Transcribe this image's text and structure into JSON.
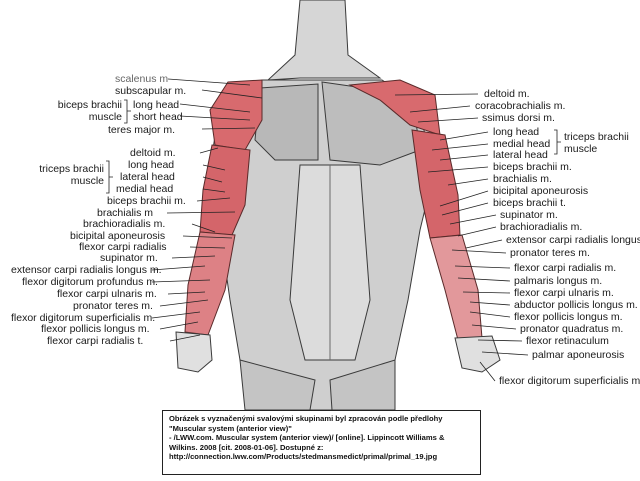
{
  "colors": {
    "highlight_muscle": "#d86a6e",
    "highlight_light": "#e9a9ab",
    "skin_gray": "#cfcfcf",
    "line_dark": "#3a3a3a"
  },
  "labels_left": {
    "scalenus": "scalenus m",
    "subscapular": "subscapular m.",
    "biceps_group_1": "biceps brachii",
    "biceps_group_2": "muscle",
    "biceps_long": "long head",
    "biceps_short": "short head",
    "teres_major": "teres major m.",
    "deltoid": "deltoid m.",
    "triceps_group_1": "triceps brachii",
    "triceps_group_2": "muscle",
    "triceps_long": "long head",
    "triceps_lateral": "lateral head",
    "triceps_medial": "medial head",
    "biceps_brachii": "biceps brachii m.",
    "brachialis": "brachialis m",
    "brachioradialis": "brachioradialis m.",
    "bicipital_apo": "bicipital aponeurosis",
    "fcr": "flexor carpi radialis",
    "supinator": "supinator m.",
    "ecrl": "extensor carpi radialis longus m.",
    "fdp": "flexor digitorum profundus m.",
    "fcu": "flexor carpi ulnaris m.",
    "pronator_teres": "pronator teres m.",
    "fds": "flexor digitorum superficialis m.",
    "fpl": "flexor pollicis longus m.",
    "fcr_t": "flexor carpi radialis t."
  },
  "labels_right": {
    "deltoid": "deltoid m.",
    "coracobrachialis": "coracobrachialis m.",
    "latissimus": "ssimus dorsi m.",
    "long_head": "long head",
    "medial_head": "medial head",
    "lateral_head": "lateral head",
    "triceps_group_1": "triceps brachii",
    "triceps_group_2": "muscle",
    "biceps_brachii": "biceps brachii m.",
    "brachialis": "brachialis m.",
    "bicipital_apo": "bicipital aponeurosis",
    "biceps_t": "biceps brachii t.",
    "supinator": "supinator m.",
    "brachioradialis": "brachioradialis m.",
    "ecrl": "extensor carpi radialis longus m.",
    "pronator_teres": "pronator teres m.",
    "fcr": "flexor carpi radialis m.",
    "palmaris": "palmaris longus m.",
    "fcu": "flexor carpi ulnaris m.",
    "apl": "abductor pollicis longus m.",
    "fpl": "flexor pollicis longus m.",
    "pronator_quadratus": "pronator quadratus m.",
    "retinaculum": "flexor retinaculum",
    "palmar_apo": "palmar aponeurosis",
    "fds": "flexor digitorum superficialis m."
  },
  "caption": {
    "line1": "Obrázek s vyznačenými svalovými skupinami byl zpracován podle předlohy",
    "line2": "\"Muscular system (anterior view)\"",
    "line3": " - /LWW.com. Muscular system (anterior view)/ [online]. Lippincott Williams &",
    "line4": "Wilkins. 2008 [cit. 2008-01-06]. Dostupné z:",
    "line5": "http://connection.lww.com/Products/stedmansmedict/primal/primal_19.jpg"
  }
}
